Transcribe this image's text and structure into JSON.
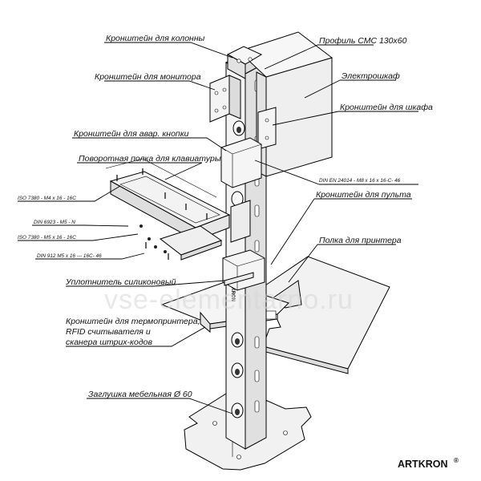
{
  "labels": {
    "column_bracket": "Кронштейн для колонны",
    "cmc_profile": "Профиль СМС 130х60",
    "monitor_bracket": "Кронштейн для монитора",
    "electrical_cabinet": "Электрошкаф",
    "cabinet_bracket": "Кронштейн для шкафа",
    "emergency_button_bracket": "Кронштейн для авар. кнопки",
    "keyboard_shelf": "Поворотная полка для клавиатуры",
    "din_en_24014": "DIN EN 24014 - M8 x 16 x 16-C- 46",
    "iso_7380_m4": "ISO 7380 - M4 x 16 - 16C",
    "console_bracket": "Кронштейн для пульта",
    "din_6923": "DIN 6923 - M5 - N",
    "printer_shelf": "Полка для принтера",
    "iso_7380_m5": "ISO 7380 - M5 x 16 - 16C",
    "din_912": "DIN 912 M5 x 16 --- 16C- 46",
    "silicone_seal": "Уплотнитель силиконовый",
    "printer_bracket_line1": "Кронштейн для термопринтера,",
    "printer_bracket_line2": "RFID считывателя и",
    "printer_bracket_line3": "сканера штрих-кодов",
    "end_cap": "Заглушка мебельная Ø 60"
  },
  "column_marking": "ARTKRON",
  "brand": "ARTKRON",
  "brand_mark": "®",
  "watermark": "vse-elementarno.ru",
  "colors": {
    "line": "#000000",
    "part_fill": "#f4f4f4",
    "part_shade": "#dcdcdc",
    "background": "#ffffff"
  }
}
